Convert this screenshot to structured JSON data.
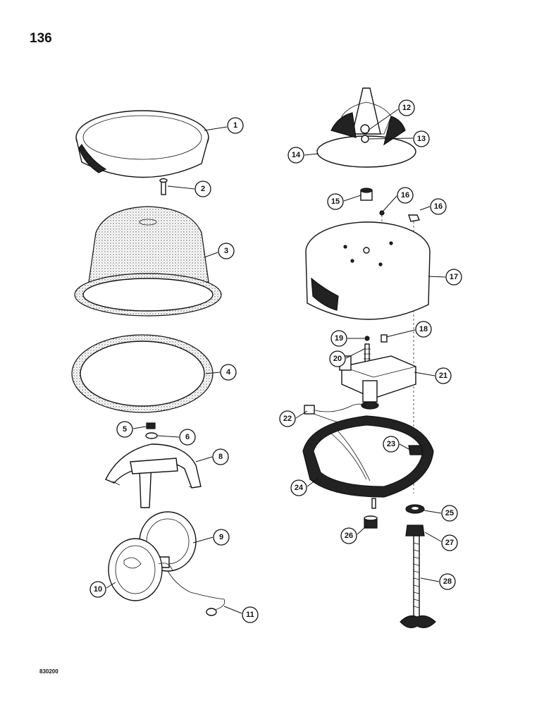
{
  "page_number": "136",
  "figure_code": "830200",
  "callouts": [
    "1",
    "2",
    "3",
    "4",
    "5",
    "6",
    "8",
    "9",
    "10",
    "11",
    "12",
    "13",
    "14",
    "15",
    "16",
    "16",
    "17",
    "18",
    "19",
    "20",
    "21",
    "22",
    "23",
    "24",
    "25",
    "26",
    "27",
    "28"
  ]
}
